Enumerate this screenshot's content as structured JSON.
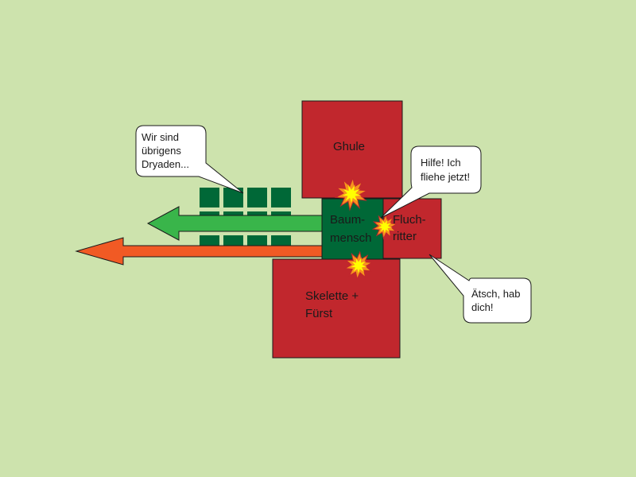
{
  "colors": {
    "background": "#cde3ad",
    "enemy_red": "#c1272d",
    "ally_dark_green": "#006837",
    "retreat_arrow_green": "#39b54a",
    "flee_arrow_orange": "#f15a24",
    "impact_orange": "#f7931e",
    "impact_yellow": "#ffff00",
    "outline": "#1a1a1a",
    "bubble_fill": "#ffffff"
  },
  "units": {
    "ghule": {
      "label": [
        "Ghule"
      ]
    },
    "baummensch": {
      "label": [
        "Baum-",
        "mensch"
      ]
    },
    "fluchritter": {
      "label": [
        "Fluch-",
        "ritter"
      ]
    },
    "skelette": {
      "label": [
        "Skelette +",
        "Fürst"
      ]
    }
  },
  "bubbles": {
    "dryaden": {
      "lines": [
        "Wir sind",
        "übrigens",
        "Dryaden..."
      ]
    },
    "hilfe": {
      "lines": [
        "Hilfe! Ich",
        "fliehe jetzt!"
      ]
    },
    "aetsch": {
      "lines": [
        "Ätsch, hab",
        "dich!"
      ]
    }
  },
  "dryad_formation": {
    "rows": 3,
    "columns": 4
  },
  "arrows": [
    {
      "name": "retreat-arrow",
      "color": "green",
      "direction": "left"
    },
    {
      "name": "flee-arrow",
      "color": "orange",
      "direction": "left"
    }
  ],
  "impacts": [
    {
      "name": "impact-ghule-baummensch",
      "icon": "explosion-icon"
    },
    {
      "name": "impact-baummensch-fluchritter",
      "icon": "explosion-icon"
    },
    {
      "name": "impact-skelette-baummensch",
      "icon": "explosion-icon"
    }
  ]
}
